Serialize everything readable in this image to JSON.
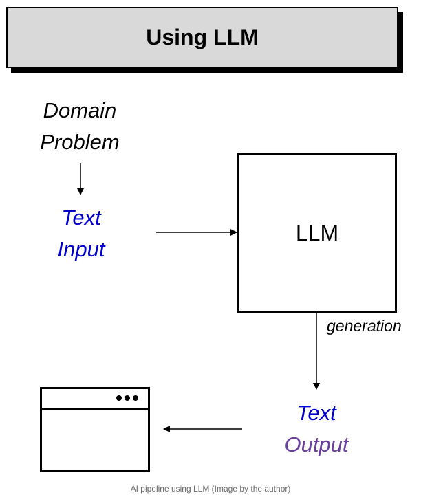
{
  "title": "Using LLM",
  "nodes": {
    "domain_problem": [
      "Domain",
      "Problem"
    ],
    "text_input": [
      "Text",
      "Input"
    ],
    "llm": "LLM",
    "generation": "generation",
    "text_output": [
      "Text",
      "Output"
    ]
  },
  "caption": "AI pipeline using LLM (Image by the author)",
  "colors": {
    "input_text": "#0000cc",
    "output_word": "#6b3fa0",
    "title_box_fill": "#d9d9d9",
    "caption_text": "#6b6b6b"
  },
  "icons": {
    "app_window": "browser-window-icon"
  }
}
